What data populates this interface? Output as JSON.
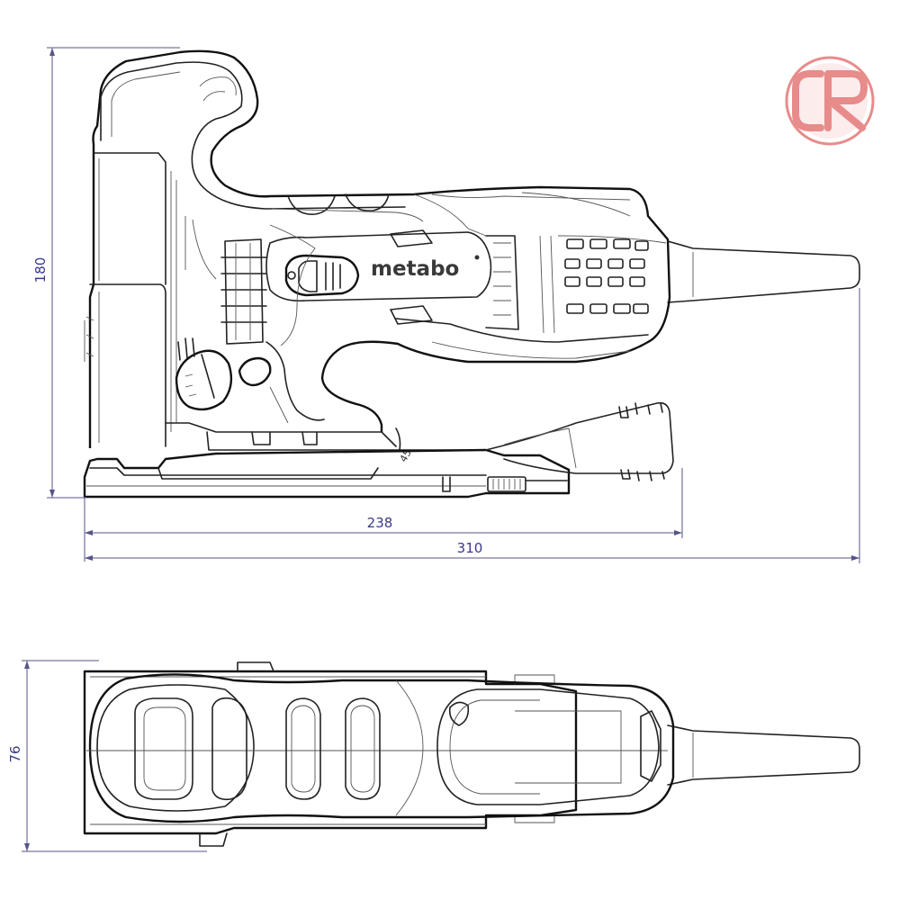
{
  "dimensions": {
    "height_side": "180",
    "length_shoe": "238",
    "length_total": "310",
    "width_top": "76"
  },
  "brand": {
    "name": "metabo"
  },
  "logo": {
    "name": "CR",
    "color": "#e88b8b"
  },
  "colors": {
    "line": "#222222",
    "dimension": "#3a3a8a"
  }
}
